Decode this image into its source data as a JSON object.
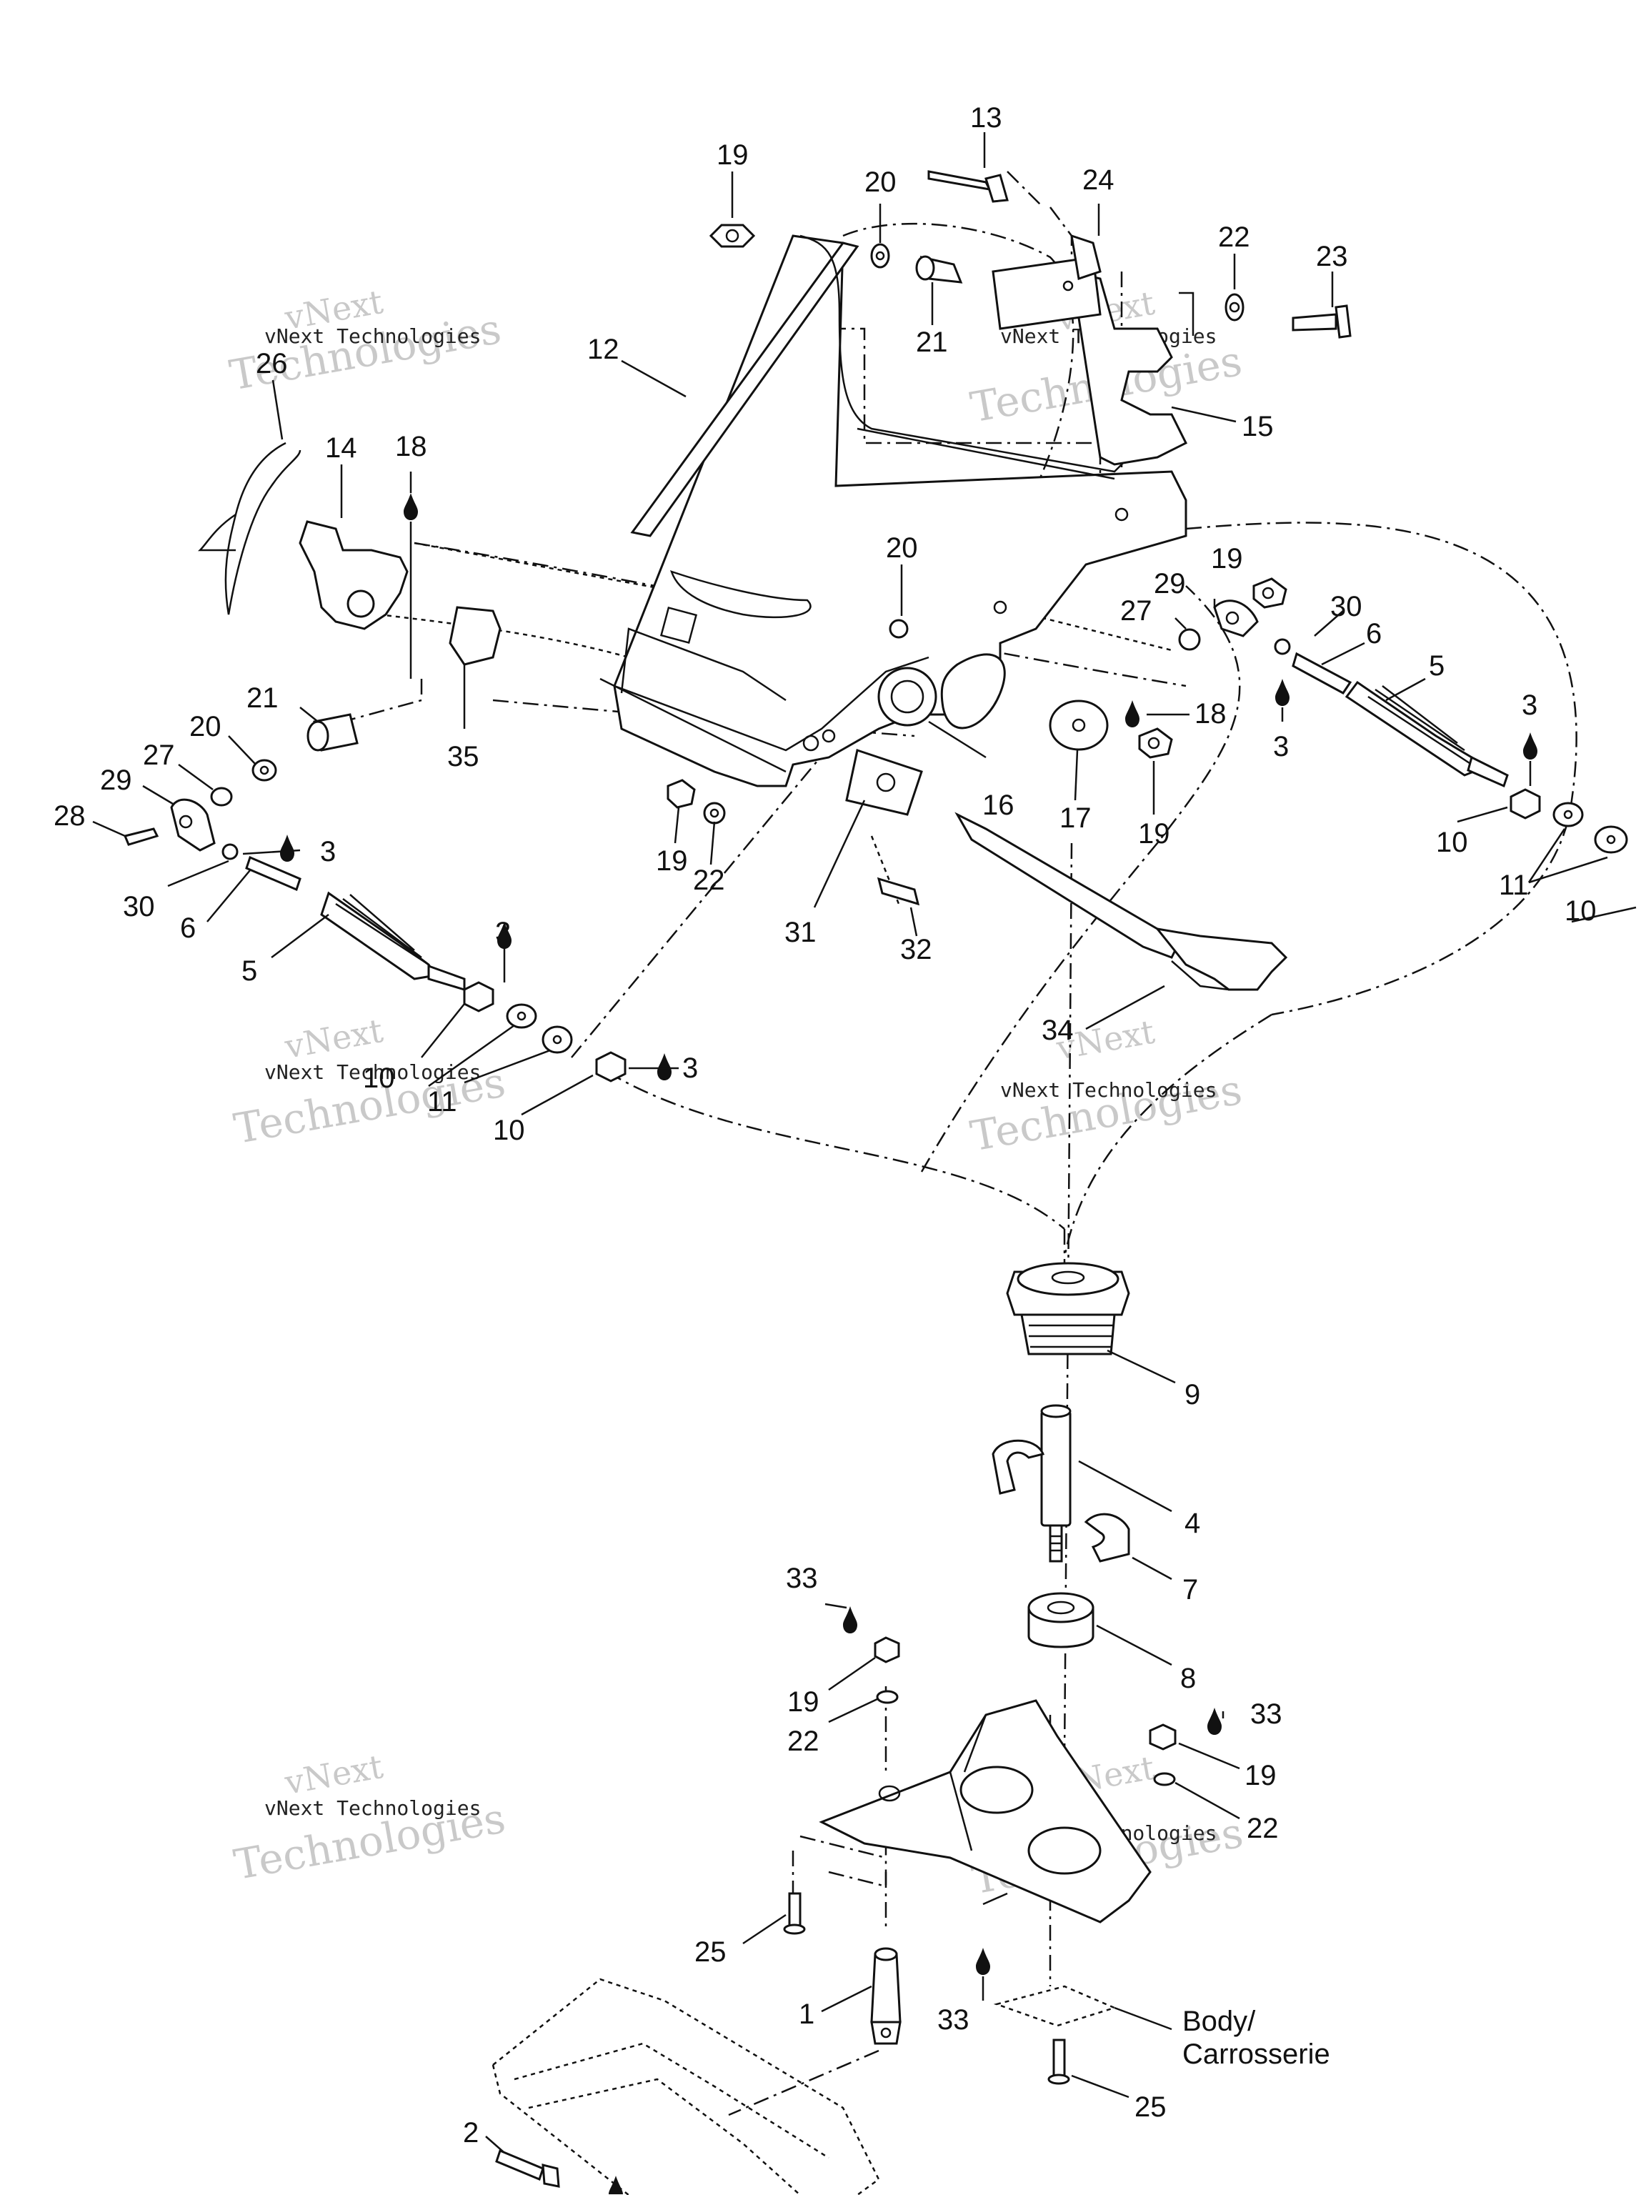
{
  "diagram": {
    "watermark": {
      "line1": "vNext",
      "line2": "vNext Technologies",
      "line3": "Technologies"
    },
    "callouts": [
      {
        "id": "c13",
        "text": "13"
      },
      {
        "id": "c19a",
        "text": "19"
      },
      {
        "id": "c20a",
        "text": "20"
      },
      {
        "id": "c24",
        "text": "24"
      },
      {
        "id": "c22a",
        "text": "22"
      },
      {
        "id": "c23",
        "text": "23"
      },
      {
        "id": "c21a",
        "text": "21"
      },
      {
        "id": "c12",
        "text": "12"
      },
      {
        "id": "c26",
        "text": "26"
      },
      {
        "id": "c15",
        "text": "15"
      },
      {
        "id": "c14",
        "text": "14"
      },
      {
        "id": "c18a",
        "text": "18"
      },
      {
        "id": "c20b",
        "text": "20"
      },
      {
        "id": "c19b",
        "text": "19"
      },
      {
        "id": "c29a",
        "text": "29"
      },
      {
        "id": "c30a",
        "text": "30"
      },
      {
        "id": "c27a",
        "text": "27"
      },
      {
        "id": "c6a",
        "text": "6"
      },
      {
        "id": "c5a",
        "text": "5"
      },
      {
        "id": "c3a",
        "text": "3"
      },
      {
        "id": "c3b",
        "text": "3"
      },
      {
        "id": "c18b",
        "text": "18"
      },
      {
        "id": "c21b",
        "text": "21"
      },
      {
        "id": "c35",
        "text": "35"
      },
      {
        "id": "c20c",
        "text": "20"
      },
      {
        "id": "c27b",
        "text": "27"
      },
      {
        "id": "c29b",
        "text": "29"
      },
      {
        "id": "c28",
        "text": "28"
      },
      {
        "id": "c3c",
        "text": "3"
      },
      {
        "id": "c30b",
        "text": "30"
      },
      {
        "id": "c6b",
        "text": "6"
      },
      {
        "id": "c5b",
        "text": "5"
      },
      {
        "id": "c3d",
        "text": "3"
      },
      {
        "id": "c16",
        "text": "16"
      },
      {
        "id": "c17",
        "text": "17"
      },
      {
        "id": "c19c",
        "text": "19"
      },
      {
        "id": "c19d",
        "text": "19"
      },
      {
        "id": "c22b",
        "text": "22"
      },
      {
        "id": "c31",
        "text": "31"
      },
      {
        "id": "c32",
        "text": "32"
      },
      {
        "id": "c10a",
        "text": "10"
      },
      {
        "id": "c11a",
        "text": "11"
      },
      {
        "id": "c10b",
        "text": "10"
      },
      {
        "id": "c34",
        "text": "34"
      },
      {
        "id": "c10c",
        "text": "10"
      },
      {
        "id": "c11b",
        "text": "11"
      },
      {
        "id": "c3e",
        "text": "3"
      },
      {
        "id": "c10d",
        "text": "10"
      },
      {
        "id": "c9",
        "text": "9"
      },
      {
        "id": "c4",
        "text": "4"
      },
      {
        "id": "c7",
        "text": "7"
      },
      {
        "id": "c33a",
        "text": "33"
      },
      {
        "id": "c8",
        "text": "8"
      },
      {
        "id": "c19e",
        "text": "19"
      },
      {
        "id": "c22c",
        "text": "22"
      },
      {
        "id": "c33b",
        "text": "33"
      },
      {
        "id": "c19f",
        "text": "19"
      },
      {
        "id": "c22d",
        "text": "22"
      },
      {
        "id": "c25a",
        "text": "25"
      },
      {
        "id": "c1",
        "text": "1"
      },
      {
        "id": "c33c",
        "text": "33"
      },
      {
        "id": "c25b",
        "text": "25"
      },
      {
        "id": "c2",
        "text": "2"
      }
    ],
    "body_label": {
      "line1": "Body/",
      "line2": "Carrosserie"
    }
  }
}
